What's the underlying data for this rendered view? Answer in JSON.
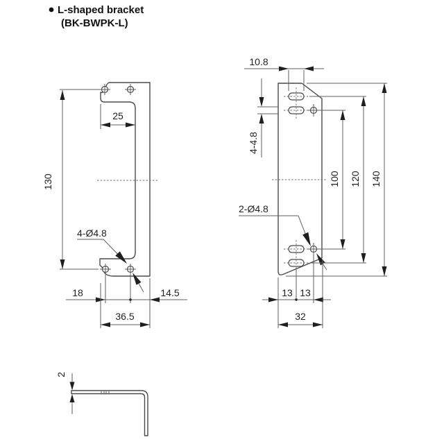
{
  "title": {
    "name": "L-shaped bracket",
    "model": "(BK-BWPK-L)"
  },
  "front_view": {
    "width_top": "25",
    "height": "130",
    "holes_label": "4-Ø4.8",
    "hole_pitch": "18",
    "edge_offset": "14.5",
    "width_bottom": "36.5"
  },
  "side_view": {
    "slot_length": "10.8",
    "slot_width_label": "4-4.8",
    "holes_label": "2-Ø4.8",
    "span_inner": "100",
    "span_slots": "120",
    "height_total": "140",
    "pitch_left": "13",
    "pitch_right": "13",
    "width": "32"
  },
  "profile_view": {
    "thickness": "2"
  },
  "colors": {
    "line": "#4a4a4a",
    "thin_line": "#5f5f5f",
    "text": "#1f1f1f"
  }
}
